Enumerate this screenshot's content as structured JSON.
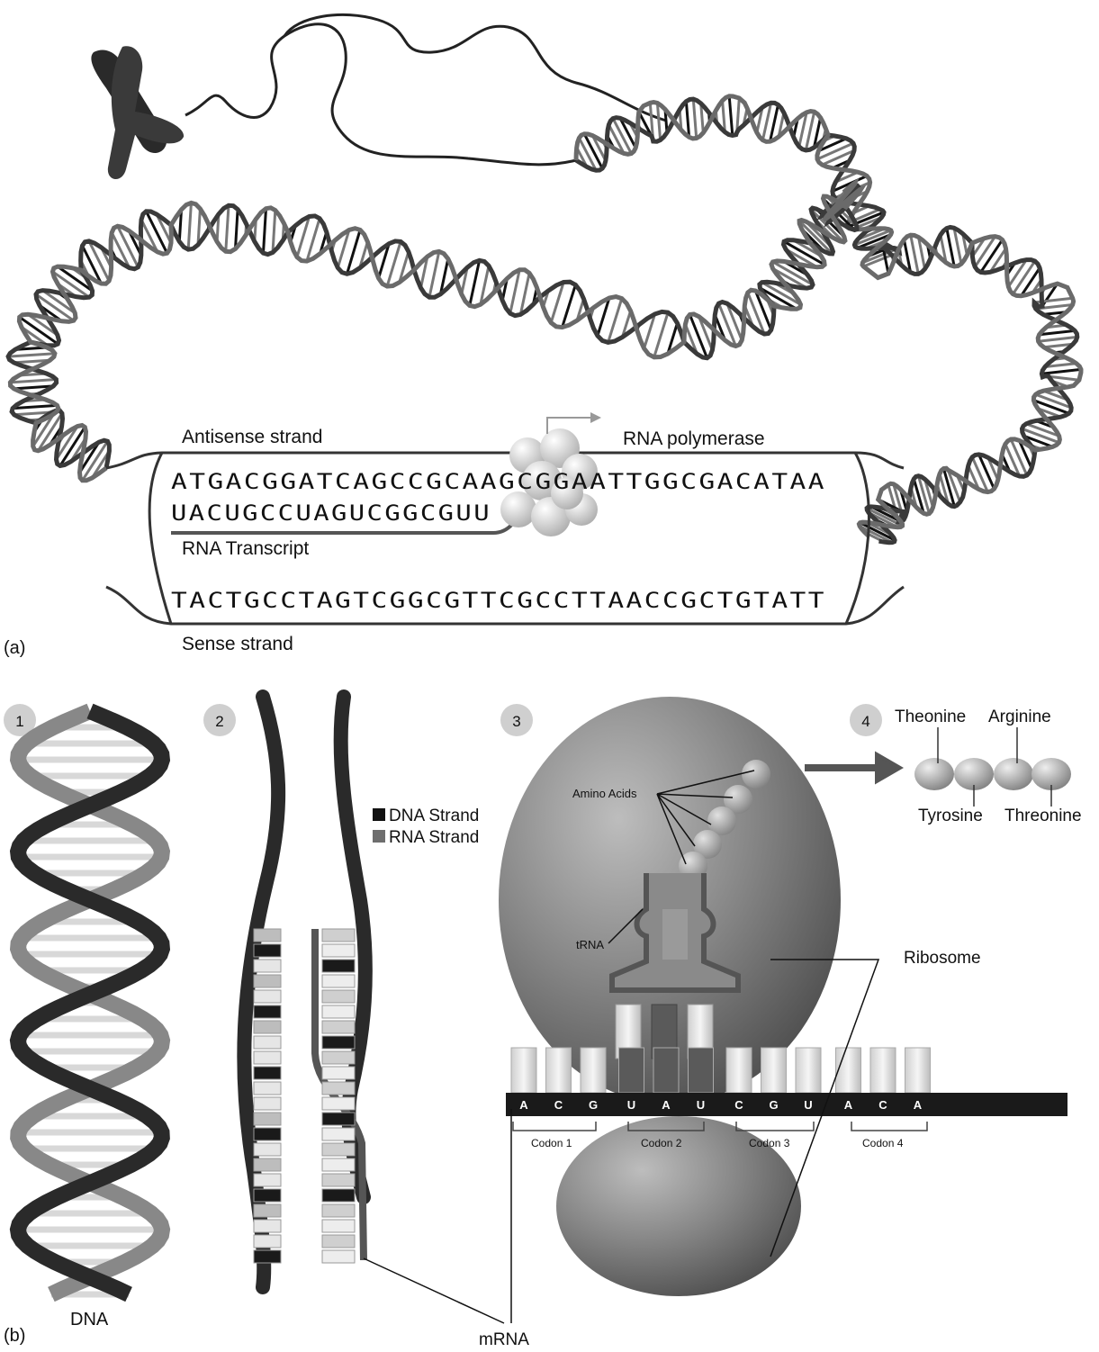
{
  "panel_a": {
    "tag": "(a)",
    "antisense_label": "Antisense strand",
    "polymerase_label": "RNA polymerase",
    "antisense_seq": "ATGACGGATCAGCCGCAAGCGGAATTGGCGACATAA",
    "rna_seq": "UACUGCCUAGUCGGCGUU",
    "transcript_label": "RNA Transcript",
    "sense_seq": "TACTGCCTAGTCGGCGTTCGCCTTAACCGCTGTATT",
    "sense_label": "Sense strand"
  },
  "panel_b": {
    "tag": "(b)",
    "steps": [
      "1",
      "2",
      "3",
      "4"
    ],
    "dna_label": "DNA",
    "legend": [
      {
        "label": "DNA Strand",
        "color": "#111111"
      },
      {
        "label": "RNA Strand",
        "color": "#6e6e6e"
      }
    ],
    "amino_acids_label": "Amino Acids",
    "trna_label": "tRNA",
    "ribosome_label": "Ribosome",
    "mrna_label": "mRNA",
    "mrna_bases": [
      "A",
      "C",
      "G",
      "U",
      "A",
      "U",
      "C",
      "G",
      "U",
      "A",
      "C",
      "A"
    ],
    "codons": [
      "Codon 1",
      "Codon 2",
      "Codon 3",
      "Codon 4"
    ],
    "protein_labels": {
      "a": "Theonine",
      "b": "Arginine",
      "c": "Tyrosine",
      "d": "Threonine"
    }
  },
  "colors": {
    "strand_dark": "#222222",
    "strand_mid": "#666666",
    "ribosome": "#7a7a7a",
    "mrna_bar": "#1a1a1a"
  }
}
